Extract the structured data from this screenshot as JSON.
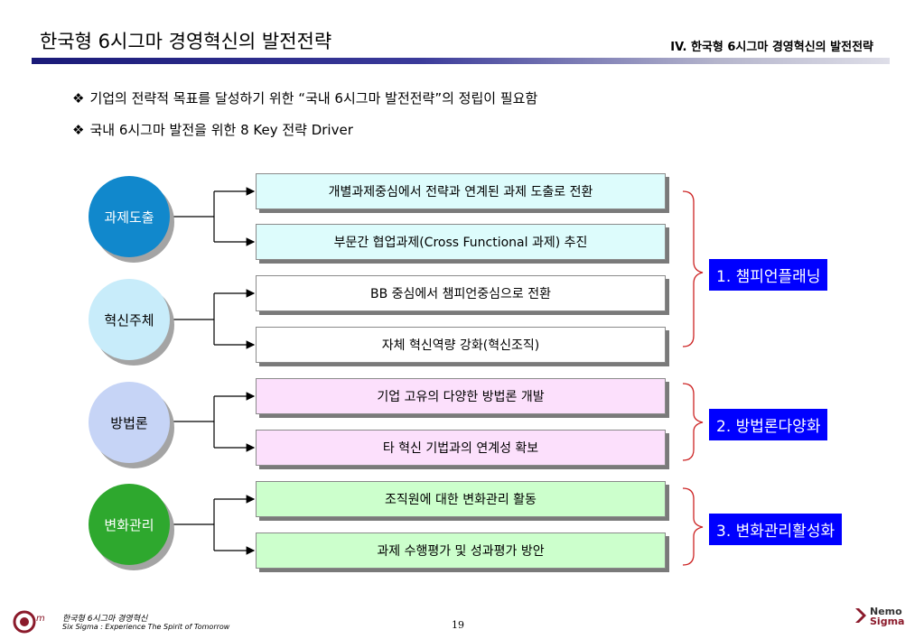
{
  "header": {
    "title": "한국형 6시그마 경영혁신의  발전전략",
    "section": "IV. 한국형 6시그마 경영혁신의  발전전략"
  },
  "bullets": [
    {
      "mark": "❖",
      "text": "기업의 전략적 목표를 달성하기 위한 “국내 6시그마 발전전략”의 정립이 필요함"
    },
    {
      "mark": "❖",
      "text": "국내 6시그마 발전을 위한 8 Key 전략 Driver"
    }
  ],
  "circles": [
    {
      "label": "과제도출",
      "color": "#1188cc",
      "text_color": "#ffffff"
    },
    {
      "label": "혁신주체",
      "color": "#c8ecfa",
      "text_color": "#000000"
    },
    {
      "label": "방법론",
      "color": "#c6d4f6",
      "text_color": "#000000"
    },
    {
      "label": "변화관리",
      "color": "#2ea82e",
      "text_color": "#ffffff"
    }
  ],
  "boxes": [
    "개별과제중심에서 전략과 연계된 과제 도출로 전환",
    "부문간 협업과제(Cross Functional 과제) 추진",
    "BB 중심에서 챔피언중심으로 전환",
    "자체 혁신역량 강화(혁신조직)",
    "기업 고유의 다양한 방법론 개발",
    "타 혁신 기법과의 연계성 확보",
    "조직원에 대한 변화관리 활동",
    "과제 수행평가 및 성과평가 방안"
  ],
  "results": [
    "1. 챔피언플래닝",
    "2. 방법론다양화",
    "3. 변화관리활성화"
  ],
  "footer": {
    "line1": "한국형  6시그마 경영혁신",
    "line2": "Six Sigma : Experience The Spirit of Tomorrow",
    "page": "19",
    "logo_left_text": "m",
    "logo_right_line1": "Nemo",
    "logo_right_line2": "Sigma"
  },
  "colors": {
    "accent_blue": "#0000ff",
    "bracket_red": "#cc2222",
    "header_bar": "#1a1a78"
  }
}
